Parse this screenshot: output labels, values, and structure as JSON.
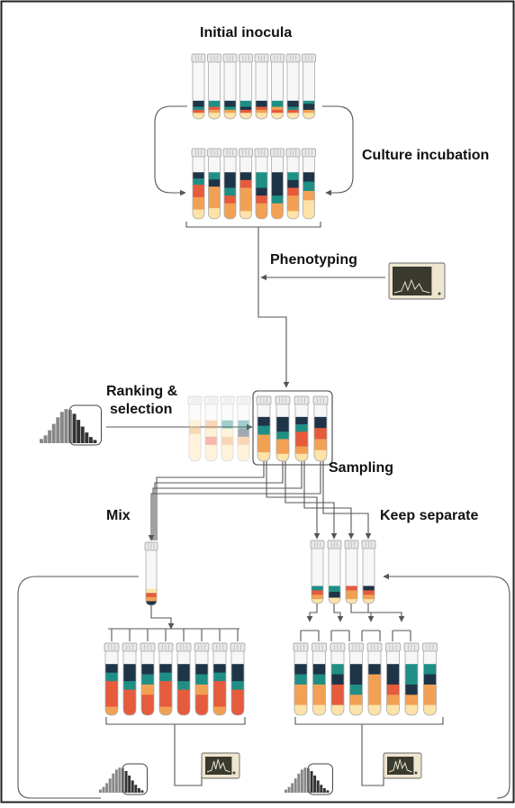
{
  "labels": {
    "initial_inocula": "Initial inocula",
    "culture_incubation": "Culture incubation",
    "phenotyping": "Phenotyping",
    "ranking_line1": "Ranking &",
    "ranking_line2": "selection",
    "sampling": "Sampling",
    "mix": "Mix",
    "keep_separate": "Keep separate"
  },
  "palette": {
    "navy": "#1e3447",
    "teal": "#1f8f86",
    "orange": "#f2a154",
    "red": "#e55b3c",
    "cream": "#fde3a8",
    "glass": "#f7f7f7",
    "cap": "#e8e8e8",
    "line": "#555555",
    "screen": "#3a3a2e",
    "device": "#efe6d0"
  }
}
